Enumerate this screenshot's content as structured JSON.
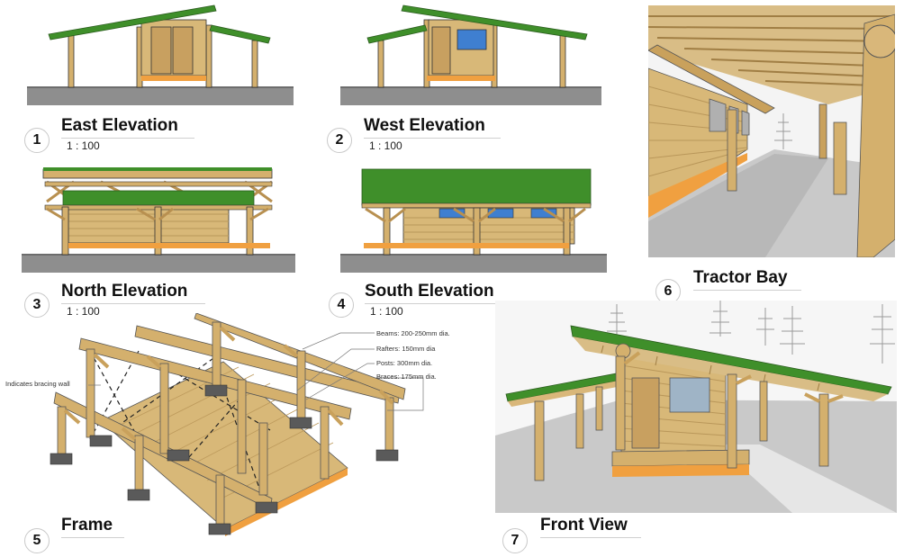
{
  "views": [
    {
      "number": "1",
      "title": "East Elevation",
      "scale": "1 : 100"
    },
    {
      "number": "2",
      "title": "West Elevation",
      "scale": "1 : 100"
    },
    {
      "number": "3",
      "title": "North Elevation",
      "scale": "1 : 100"
    },
    {
      "number": "4",
      "title": "South Elevation",
      "scale": "1 : 100"
    },
    {
      "number": "5",
      "title": "Frame",
      "scale": ""
    },
    {
      "number": "6",
      "title": "Tractor Bay",
      "scale": ""
    },
    {
      "number": "7",
      "title": "Front View",
      "scale": ""
    }
  ],
  "frame_notes": {
    "bracing": "Indicates bracing wall",
    "beams": "Beams: 200-250mm dia.",
    "rafters": "Rafters: 150mm dia",
    "posts": "Posts: 300mm dia.",
    "braces": "Braces: 175mm dia."
  },
  "colors": {
    "roof_green": "#3f8f2a",
    "timber": "#d9b77a",
    "log": "#c9a15c",
    "siding": "#d8b878",
    "sill_orange": "#f0a040",
    "window_blue": "#3f7fd0",
    "ground": "#8e8e8e"
  }
}
